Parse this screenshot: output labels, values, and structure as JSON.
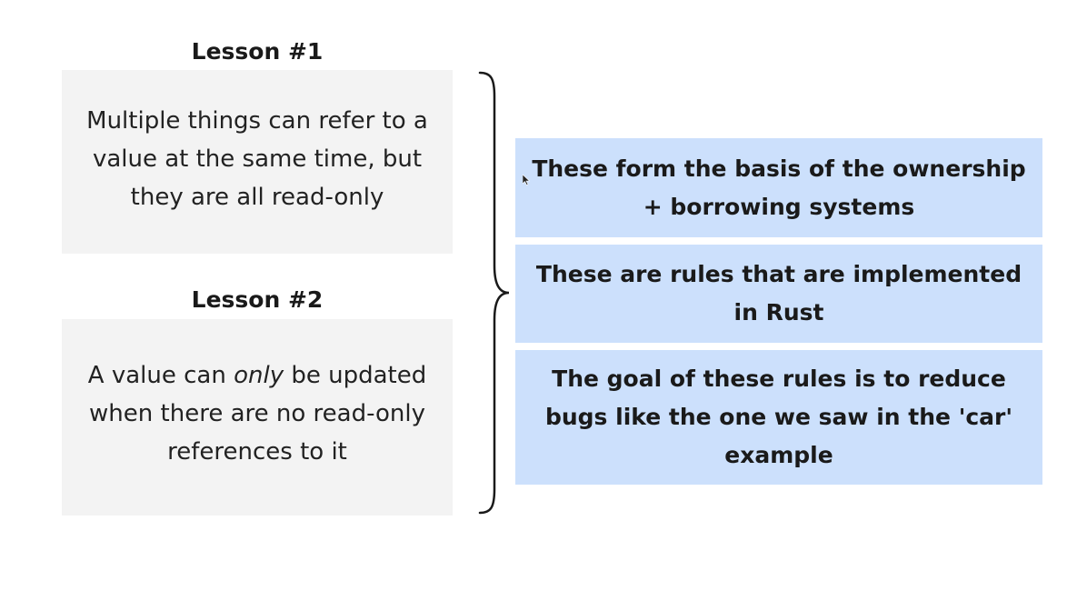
{
  "lessons": [
    {
      "title": "Lesson #1",
      "before": "Multiple things can refer to a value at the same time, but they are all read-only",
      "emphasis": "",
      "after": ""
    },
    {
      "title": "Lesson #2",
      "before": "A value can ",
      "emphasis": "only",
      "after": " be updated when there are no read-only references to it"
    }
  ],
  "rules": [
    "These form the basis of the ownership + borrowing systems",
    "These are rules that are implemented in Rust",
    "The goal of these rules is to reduce bugs like the one we saw in the 'car' example"
  ],
  "colors": {
    "lesson_box": "#f3f3f3",
    "rule_box": "#cce0fc",
    "brace": "#1a1a1a"
  }
}
